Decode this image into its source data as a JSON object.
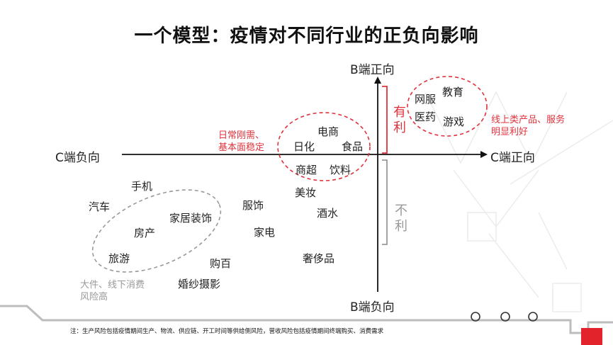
{
  "title": "一个模型：疫情对不同行业的正负向影响",
  "axes": {
    "top": "B端正向",
    "bottom": "B端负向",
    "left": "C端负向",
    "right": "C端正向"
  },
  "bracket_favorable": {
    "char1": "有",
    "char2": "利"
  },
  "bracket_unfavorable": {
    "char1": "不",
    "char2": "利"
  },
  "notes": {
    "essential_line1": "日常刚需、",
    "essential_line2": "基本面稳定",
    "online_line1": "线上类产品、服务",
    "online_line2": "明显利好",
    "offline_line1": "大件、线下消费",
    "offline_line2": "风险高"
  },
  "industries": {
    "education": "教育",
    "internet": "网服",
    "medicine": "医药",
    "games": "游戏",
    "ecommerce": "电商",
    "daily": "日化",
    "food": "食品",
    "supermarket": "商超",
    "beverage": "饮料",
    "cosmetics": "美妆",
    "liquor": "酒水",
    "apparel": "服饰",
    "appliance": "家电",
    "luxury": "奢侈品",
    "phone": "手机",
    "auto": "汽车",
    "furniture": "家居装饰",
    "realestate": "房产",
    "travel": "旅游",
    "dept_store": "购百",
    "wedding": "婚纱摄影"
  },
  "footnote": "注：生产风险包括疫情期间生产、物流、供应链、开工时间等供给侧风险，营收风险包括疫情期间终端购买、消费需求",
  "colors": {
    "accent": "#e0323c",
    "neutral": "#999999",
    "axis": "#111111"
  }
}
